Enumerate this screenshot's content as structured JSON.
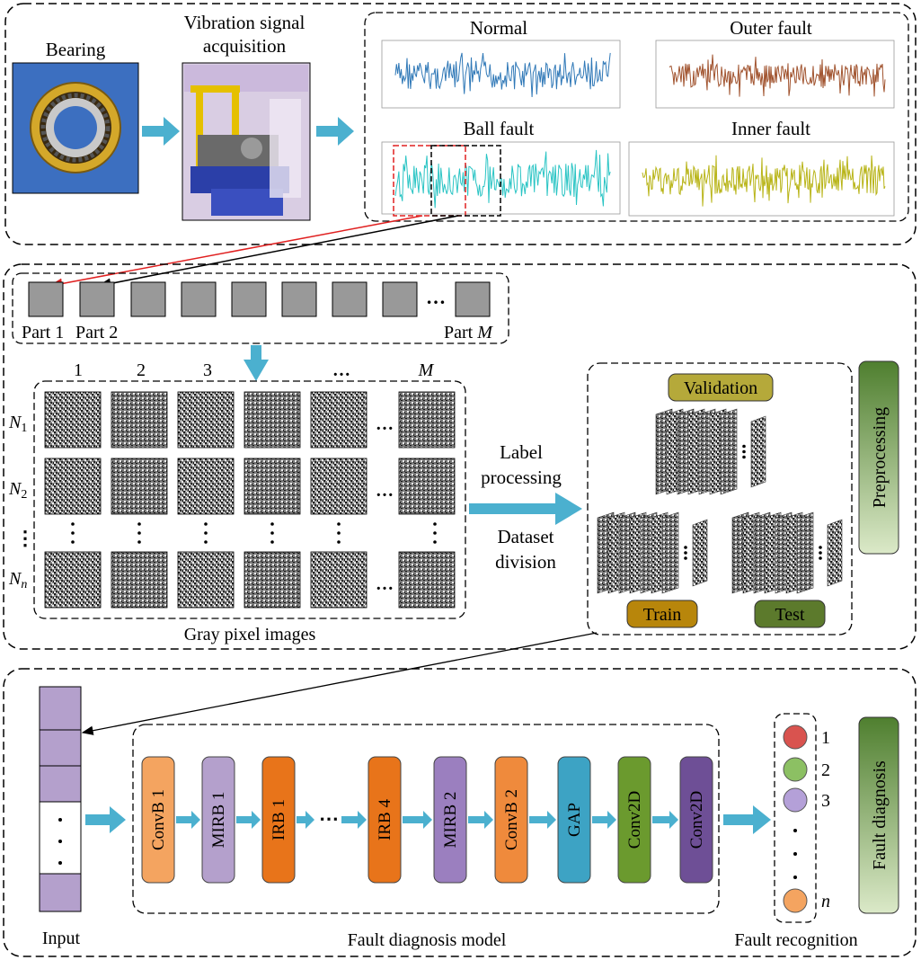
{
  "stage1": {
    "bearing_label": "Bearing",
    "acquisition_label_1": "Vibration signal",
    "acquisition_label_2": "acquisition",
    "signals": [
      {
        "title": "Normal",
        "color": "#2f78b7"
      },
      {
        "title": "Outer fault",
        "color": "#a0522d"
      },
      {
        "title": "Ball fault",
        "color": "#29c4c4"
      },
      {
        "title": "Inner fault",
        "color": "#b8b417"
      }
    ]
  },
  "stage2": {
    "parts": {
      "part1": "Part 1",
      "part2": "Part 2",
      "partm_prefix": "Part ",
      "partm_var": "M",
      "ellipsis": "…"
    },
    "columns": [
      "1",
      "2",
      "3",
      "…",
      "M"
    ],
    "rows": {
      "n1": "N",
      "n1_sub": "1",
      "n2": "N",
      "n2_sub": "2",
      "vdots": "⋮",
      "nn": "N",
      "nn_sub": "n"
    },
    "grid_caption": "Gray pixel images",
    "label_processing_1": "Label",
    "label_processing_2": "processing",
    "dataset_division_1": "Dataset",
    "dataset_division_2": "division",
    "validation": "Validation",
    "train": "Train",
    "test": "Test",
    "preprocessing": "Preprocessing",
    "colors": {
      "validation": "#b5a93a",
      "train": "#b8860b",
      "test": "#5c7a2c",
      "preprocessing": "#5c8a3c"
    }
  },
  "stage3": {
    "input_label": "Input",
    "model_caption": "Fault diagnosis model",
    "blocks": [
      {
        "label": "ConvB 1",
        "color": "#f4a460"
      },
      {
        "label": "MIRB 1",
        "color": "#b4a0cc"
      },
      {
        "label": "IRB 1",
        "color": "#e8741a"
      },
      {
        "label": "IRB 4",
        "color": "#e8741a"
      },
      {
        "label": "MIRB 2",
        "color": "#9b7fbf"
      },
      {
        "label": "ConvB 2",
        "color": "#ef8a3c"
      },
      {
        "label": "GAP",
        "color": "#3da3c4"
      },
      {
        "label": "Conv2D",
        "color": "#6b9a2e"
      },
      {
        "label": "Conv2D",
        "color": "#6e4f96"
      }
    ],
    "chain_ellipsis": "⋯",
    "outputs": [
      "1",
      "2",
      "3",
      "n"
    ],
    "output_colors": [
      "#d9534f",
      "#8cc063",
      "#b4a0d8",
      "#f4a460"
    ],
    "recognition_caption": "Fault recognition",
    "fault_diagnosis": "Fault diagnosis",
    "input_dots": "•"
  }
}
